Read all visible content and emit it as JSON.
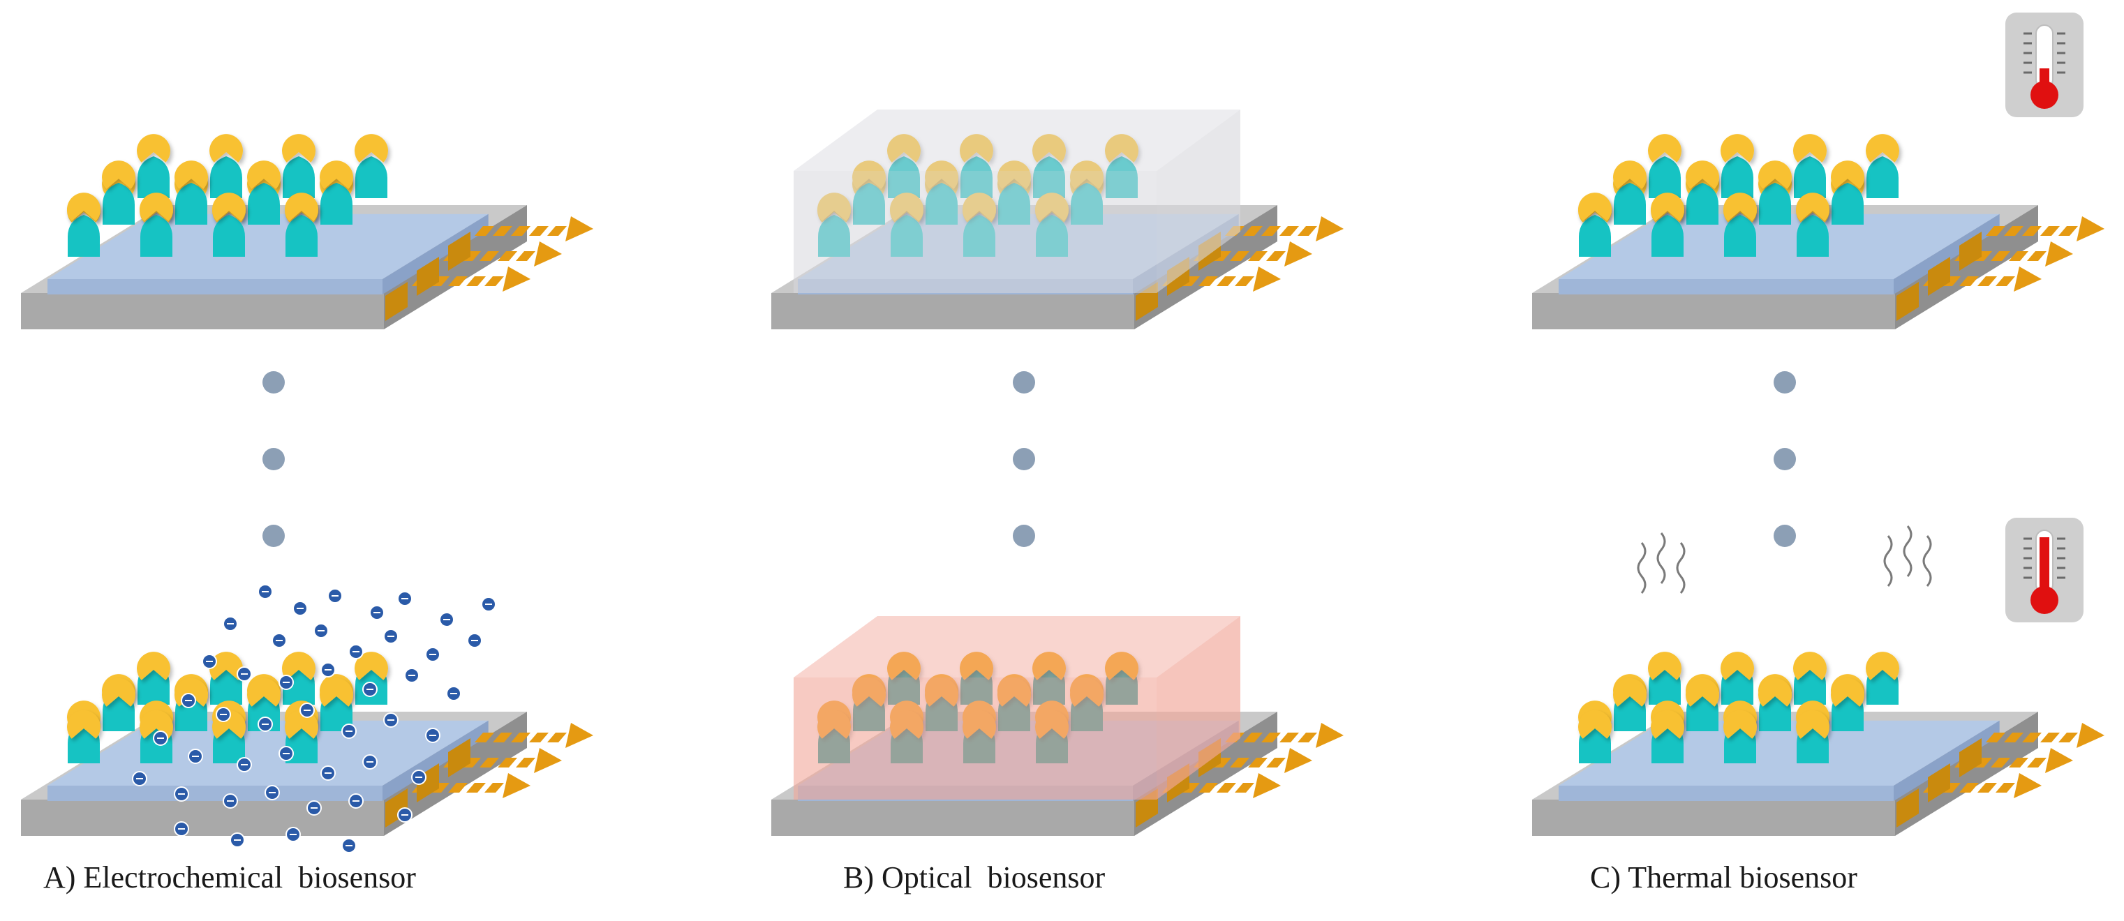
{
  "panels": [
    {
      "id": "A",
      "caption": "A) Electrochemical  biosensor",
      "effect": "electrons"
    },
    {
      "id": "B",
      "caption": "B) Optical  biosensor",
      "effect": "light"
    },
    {
      "id": "C",
      "caption": "C) Thermal biosensor",
      "effect": "heat"
    }
  ],
  "icons": {
    "bioreceptor": "bioreceptor-icon",
    "analyte": "analyte-icon",
    "transducer": "transducer-layer",
    "substrate": "substrate-plate",
    "signal": "signal-arrow-icon",
    "electron": "electron-icon",
    "thermometer": "thermometer-icon",
    "heat": "heat-wave-icon",
    "optical": "optical-chamber"
  },
  "colors": {
    "substrate_top": "#c9c9c9",
    "substrate_front": "#a9a9a9",
    "substrate_side": "#8f8f8f",
    "transducer_top": "#b4c9e6",
    "transducer_front": "#9fb6d8",
    "bioreceptor": "#16c3c3",
    "bioreceptor_dark": "#0a9e9e",
    "analyte": "#f8c132",
    "analyte_bound": "#f6a812",
    "arrow": "#e59a12",
    "dots": "#8c9fb5",
    "electron": "#2a5aa8",
    "optical_before": "#d7d7dc",
    "optical_after": "#f2a79a",
    "thermo_low": "#d9d9d9",
    "thermo_high": "#e01010"
  }
}
